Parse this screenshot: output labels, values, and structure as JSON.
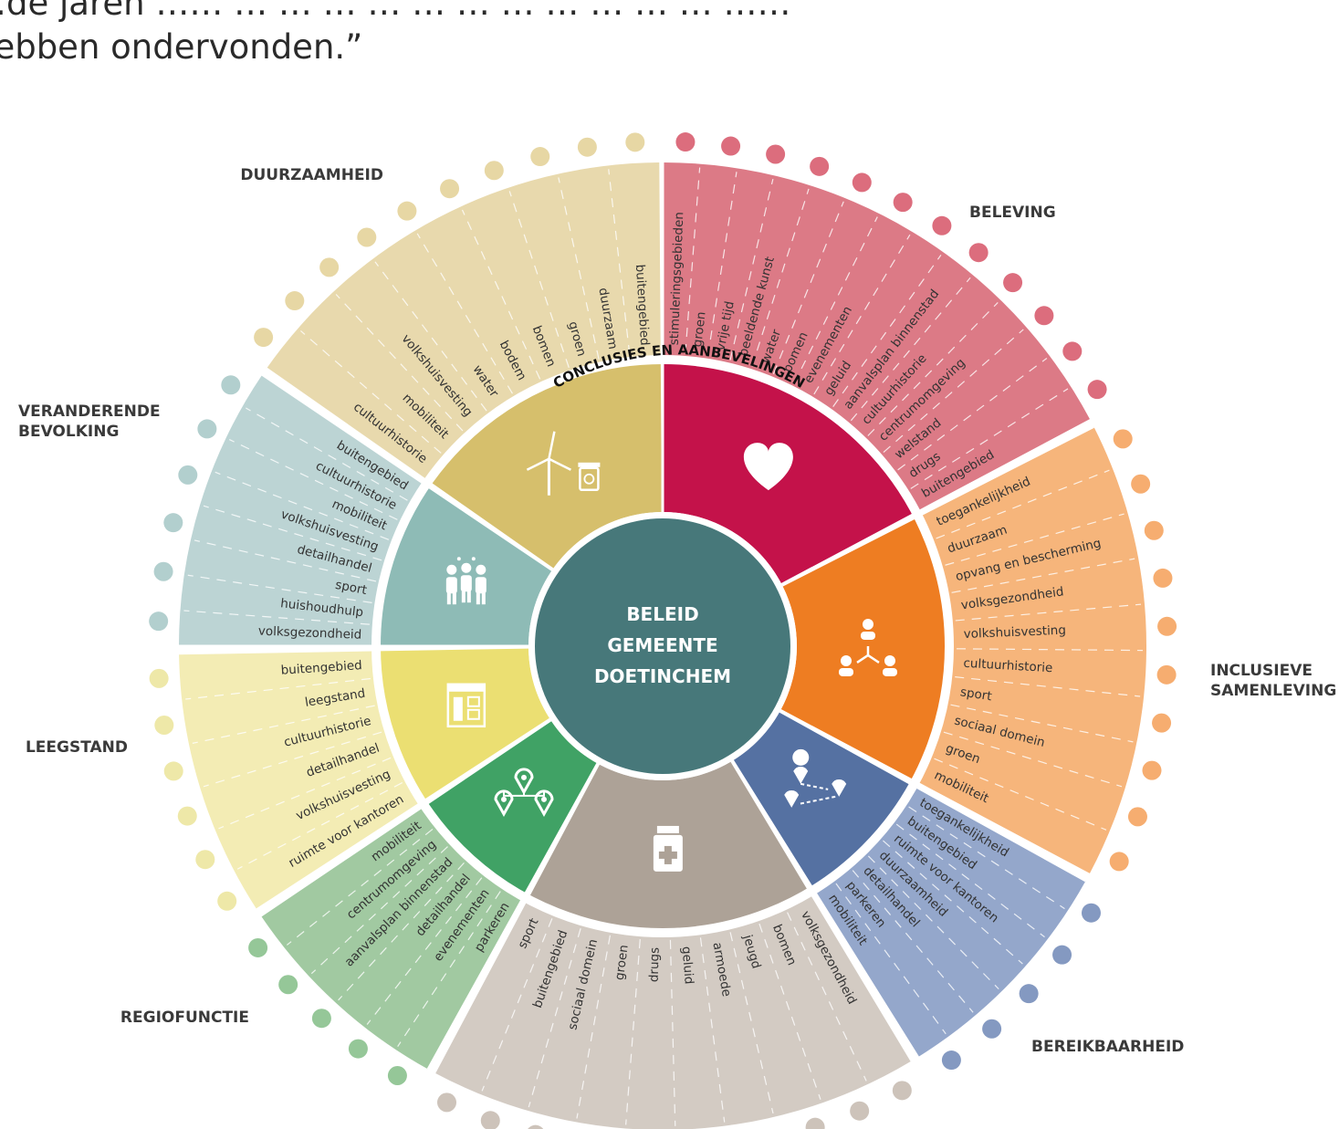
{
  "quote": {
    "line1": "…de jaren …… … … … … … … … … … … … ……",
    "line2": "hebben ondervonden.”"
  },
  "diagram": {
    "center_lines": [
      "BELEID",
      "GEMEENTE",
      "DOETINCHEM"
    ],
    "ring_title": "CONCLUSIES EN AANBEVELINGEN",
    "segments": [
      {
        "id": "beleving",
        "label_lines": [
          "BELEVING"
        ],
        "outer": "#dc7a86",
        "inner": "#c4124a",
        "dot": "#dc6d7d",
        "icon": "heart-icon",
        "keywords": [
          "stimuleringsgebieden",
          "groen",
          "vrije tijd",
          "beeldende kunst",
          "water",
          "bomen",
          "evenementen",
          "geluid",
          "aanvalsplan binnenstad",
          "cultuurhistorie",
          "centrumomgeving",
          "welstand",
          "drugs",
          "buitengebied"
        ]
      },
      {
        "id": "inclusieve-samenleving",
        "label_lines": [
          "INCLUSIEVE",
          "SAMENLEVING"
        ],
        "outer": "#f6b57b",
        "inner": "#ee7d22",
        "dot": "#f6ad70",
        "icon": "people-network-icon",
        "keywords": [
          "toegankelijkheid",
          "duurzaam",
          "opvang en bescherming",
          "volksgezondheid",
          "volkshuisvesting",
          "cultuurhistorie",
          "sport",
          "sociaal domein",
          "groen",
          "mobiliteit"
        ]
      },
      {
        "id": "bereikbaarheid",
        "label_lines": [
          "BEREIKBAARHEID"
        ],
        "outer": "#94a7cb",
        "inner": "#5571a2",
        "dot": "#8499c1",
        "icon": "route-icon",
        "keywords": [
          "toegankelijkheid",
          "buitengebied",
          "ruimte voor kantoren",
          "duurzaamheid",
          "detailhandel",
          "parkeren",
          "mobiliteit"
        ]
      },
      {
        "id": "volksgezondheid",
        "label_lines": [],
        "outer": "#d3cbc3",
        "inner": "#ada297",
        "dot": "#cdc3ba",
        "icon": "medicine-icon",
        "keywords": [
          "volksgezondheid",
          "bomen",
          "jeugd",
          "armoede",
          "geluid",
          "drugs",
          "groen",
          "sociaal domein",
          "buitengebied",
          "sport"
        ]
      },
      {
        "id": "regiofunctie",
        "label_lines": [
          "REGIOFUNCTIE"
        ],
        "outer": "#a1c9a1",
        "inner": "#40a265",
        "dot": "#95c798",
        "icon": "pins-network-icon",
        "keywords": [
          "parkeren",
          "evenementen",
          "detailhandel",
          "aanvalsplan binnenstad",
          "centrumomgeving",
          "mobiliteit"
        ]
      },
      {
        "id": "leegstand",
        "label_lines": [
          "LEEGSTAND"
        ],
        "outer": "#f3ecb4",
        "inner": "#ebdf72",
        "dot": "#eee8a8",
        "icon": "storefront-icon",
        "keywords": [
          "ruimte voor kantoren",
          "volkshuisvesting",
          "detailhandel",
          "cultuurhistorie",
          "leegstand",
          "buitengebied"
        ]
      },
      {
        "id": "veranderende-bevolking",
        "label_lines": [
          "VERANDERENDE",
          "BEVOLKING"
        ],
        "outer": "#bcd4d4",
        "inner": "#8ebbb6",
        "dot": "#b2cfce",
        "icon": "people-group-icon",
        "keywords": [
          "volksgezondheid",
          "huishoudhulp",
          "sport",
          "detailhandel",
          "volkshuisvesting",
          "mobiliteit",
          "cultuurhistorie",
          "buitengebied"
        ]
      },
      {
        "id": "duurzaamheid",
        "label_lines": [
          "DUURZAAMHEID"
        ],
        "outer": "#e8d9ad",
        "inner": "#d6bf6c",
        "dot": "#e7d7a4",
        "icon": "windmill-recycle-icon",
        "keywords": [
          "cultuurhistorie",
          "mobiliteit",
          "volkshuisvesting",
          "water",
          "bodem",
          "bomen",
          "groen",
          "duurzaam",
          "buitengebied"
        ]
      }
    ]
  }
}
